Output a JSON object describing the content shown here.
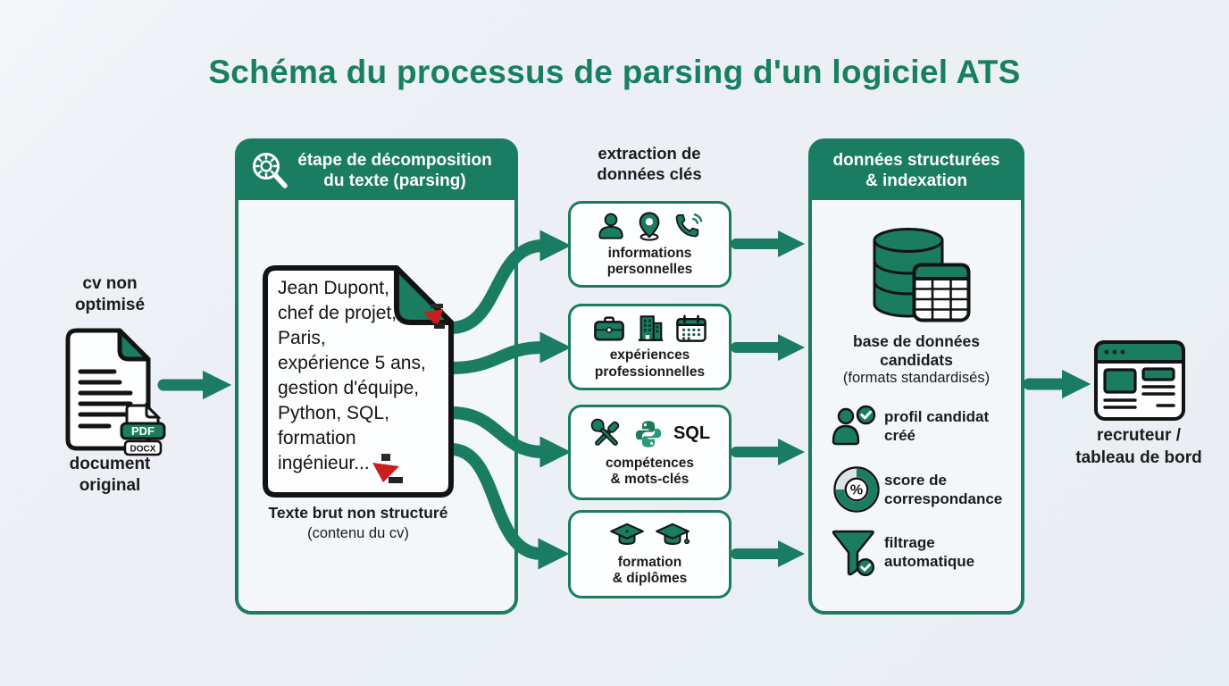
{
  "colors": {
    "accent_green": "#1a7c60",
    "title_green": "#187f60",
    "background": "#edf1f6",
    "text": "#1b1b1b"
  },
  "title": "Schéma du processus de parsing d'un logiciel ATS",
  "input": {
    "label_top": "cv non\noptimisé",
    "badge_pdf": "PDF",
    "badge_docx": "DOCX",
    "label_bottom": "document\noriginal"
  },
  "parsing": {
    "header": "étape de décomposition\ndu texte (parsing)",
    "document_text": "Jean Dupont,\nchef de projet,\nParis,\nexpérience 5 ans,\ngestion d'équipe,\nPython, SQL,\nformation\ningénieur...",
    "caption": "Texte brut non structuré",
    "caption_sub": "(contenu du cv)"
  },
  "extraction": {
    "heading": "extraction de\ndonnées clés",
    "boxes": [
      {
        "label": "informations\npersonnelles"
      },
      {
        "label": "expériences\nprofessionnelles"
      },
      {
        "label": "compétences\n& mots-clés",
        "sql_text": "SQL"
      },
      {
        "label": "formation\n& diplômes"
      }
    ]
  },
  "structured": {
    "header": "données structurées\n& indexation",
    "database_label": "base de données\ncandidats",
    "database_sub": "(formats standardisés)",
    "percent_symbol": "%",
    "items": [
      {
        "label": "profil candidat\ncréé"
      },
      {
        "label": "score de\ncorrespondance"
      },
      {
        "label": "filtrage\nautomatique"
      }
    ]
  },
  "output": {
    "label": "recruteur /\ntableau de bord"
  }
}
